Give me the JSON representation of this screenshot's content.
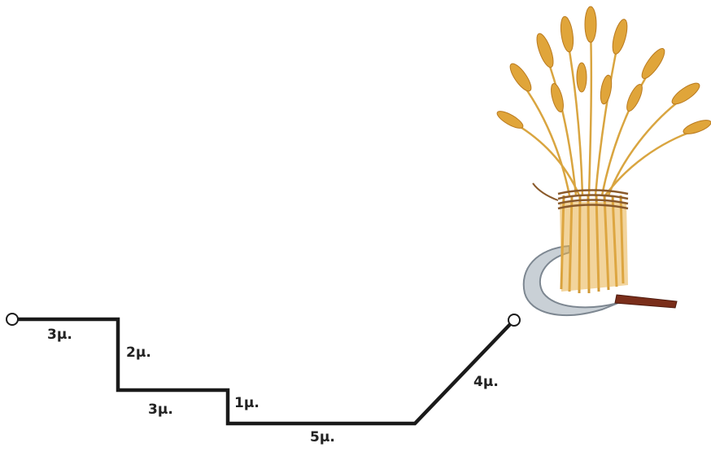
{
  "path": {
    "segments": [
      {
        "id": "seg1",
        "label": "3μ."
      },
      {
        "id": "seg2",
        "label": "2μ."
      },
      {
        "id": "seg3",
        "label": "3μ."
      },
      {
        "id": "seg4",
        "label": "1μ."
      },
      {
        "id": "seg5",
        "label": "5μ."
      },
      {
        "id": "seg6",
        "label": "4μ."
      }
    ]
  },
  "icons": {
    "start": "start-point-icon",
    "end": "end-point-icon",
    "picture": "wheat-sheaf-with-sickle-icon"
  },
  "colors": {
    "path": "#1a1a1a",
    "wheat": "#e0a53a",
    "wheat_dark": "#b97a1f",
    "rope": "#8a5a2b",
    "blade": "#9aa4ad",
    "handle": "#7a2e1a"
  }
}
